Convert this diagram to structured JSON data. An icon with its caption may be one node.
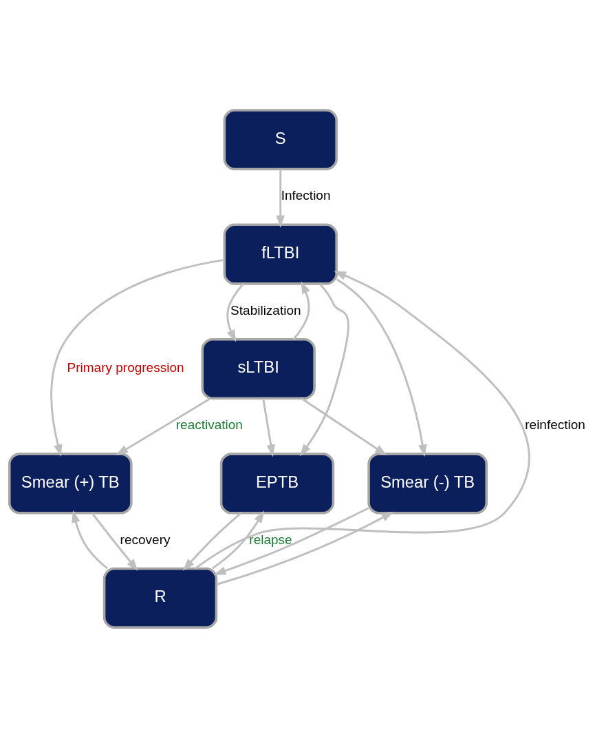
{
  "diagram": {
    "nodes": [
      {
        "text": [
          "S"
        ]
      },
      {
        "text": [
          "fLTBI"
        ]
      },
      {
        "text": [
          "sLTBI"
        ]
      },
      {
        "text": [
          "Smear (+) TB"
        ]
      },
      {
        "text": [
          "Smear (-) TB"
        ]
      },
      {
        "text": [
          "EPTB"
        ]
      },
      {
        "text": [
          "R"
        ]
      }
    ],
    "edges": [
      {
        "from": 0,
        "to": 1,
        "arrow": "to",
        "label": "Infection"
      },
      {
        "from": 1,
        "to": 2,
        "arrow": "to",
        "label": "Stabilization"
      },
      {
        "from": 2,
        "to": 1,
        "arrow": "to"
      },
      {
        "from": 1,
        "to": 3,
        "arrow": "to",
        "label": "Primary progression"
      },
      {
        "from": 1,
        "to": 4,
        "arrow": "to"
      },
      {
        "from": 1,
        "to": 5,
        "arrow": "to"
      },
      {
        "from": 2,
        "to": 3,
        "arrow": "to",
        "label": "reactivation"
      },
      {
        "from": 2,
        "to": 4,
        "arrow": "to"
      },
      {
        "from": 2,
        "to": 5,
        "arrow": "to"
      },
      {
        "from": 4,
        "to": 6,
        "arrow": "to"
      },
      {
        "from": 6,
        "to": 4,
        "arrow": "to"
      },
      {
        "from": 6,
        "to": 3,
        "arrow": "to"
      },
      {
        "from": 3,
        "to": 6,
        "arrow": "to",
        "label": "recovery"
      },
      {
        "from": 6,
        "to": 1,
        "arrow": "to",
        "label": "reinfection"
      },
      {
        "from": 5,
        "to": 6,
        "arrow": "to"
      },
      {
        "from": 6,
        "to": 5,
        "arrow": "to",
        "label": "relapse"
      }
    ]
  }
}
